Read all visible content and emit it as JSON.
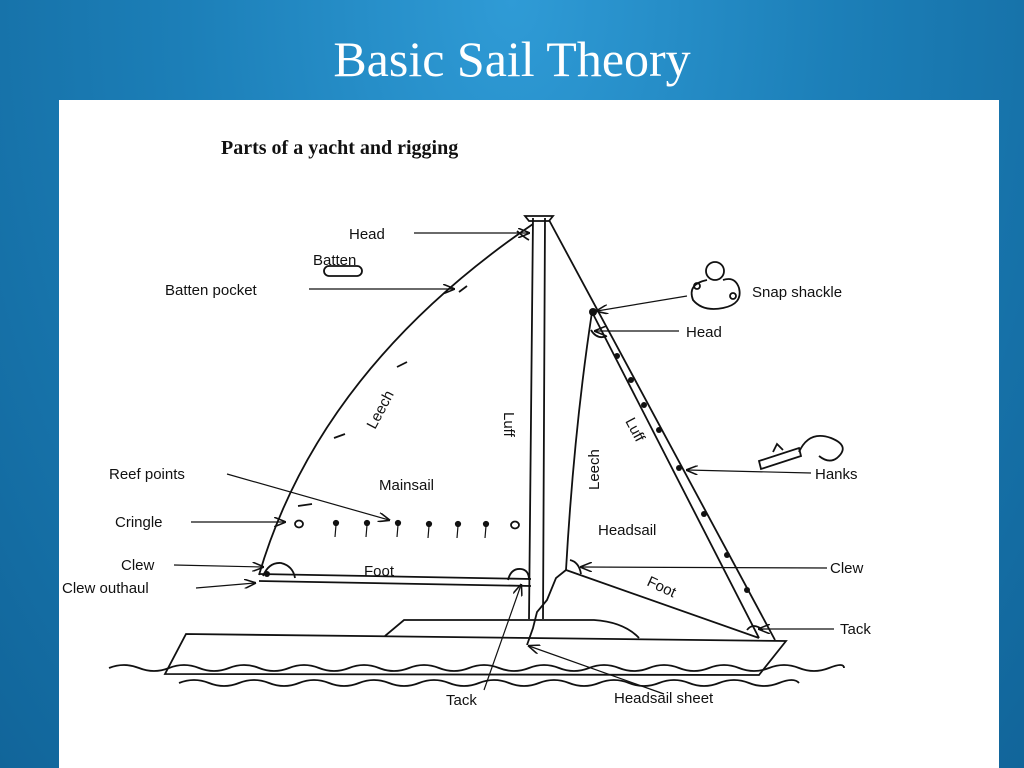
{
  "slide": {
    "title": "Basic Sail Theory"
  },
  "diagram": {
    "heading": "Parts of a yacht and rigging",
    "labels": {
      "head_main": "Head",
      "batten": "Batten",
      "batten_pocket": "Batten pocket",
      "leech_main": "Leech",
      "luff_main": "Luff",
      "reef_points": "Reef points",
      "mainsail": "Mainsail",
      "cringle": "Cringle",
      "clew_main": "Clew",
      "clew_outhaul": "Clew outhaul",
      "foot_main": "Foot",
      "snap_shackle": "Snap shackle",
      "head_jib": "Head",
      "luff_jib": "Luff",
      "leech_jib": "Leech",
      "hanks": "Hanks",
      "headsail": "Headsail",
      "clew_jib": "Clew",
      "foot_jib": "Foot",
      "tack_jib": "Tack",
      "tack_main": "Tack",
      "headsail_sheet": "Headsail sheet"
    }
  }
}
